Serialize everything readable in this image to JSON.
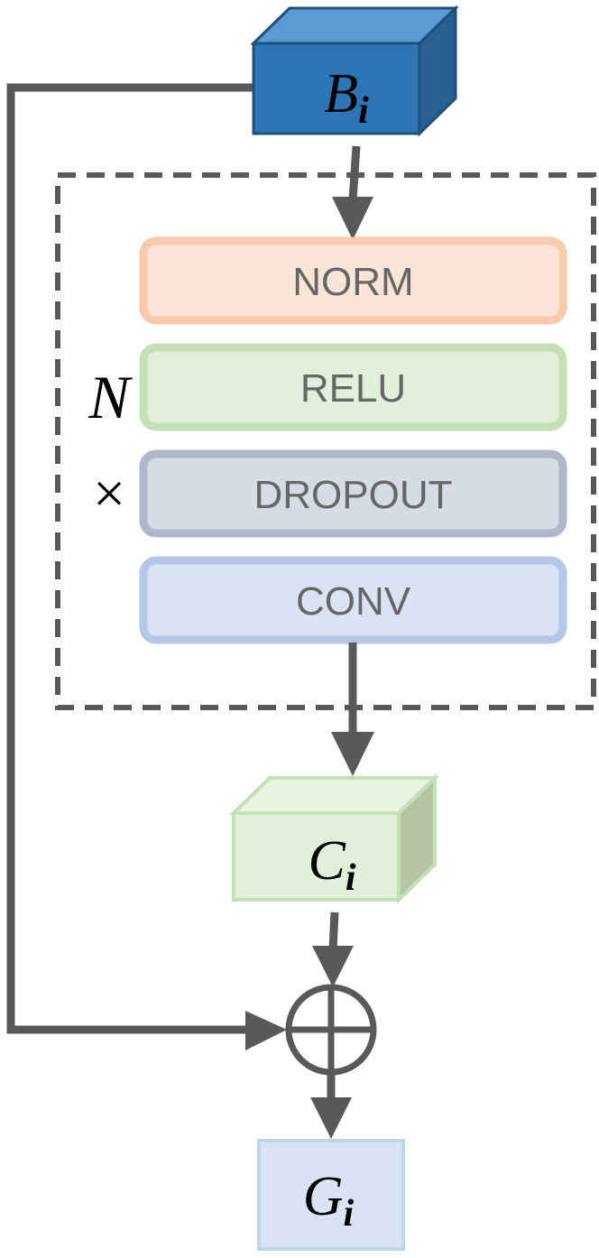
{
  "nodes": {
    "block_input": {
      "symbol": "B",
      "subscript": "i"
    },
    "block_conv_out": {
      "symbol": "C",
      "subscript": "i"
    },
    "block_output": {
      "symbol": "G",
      "subscript": "i"
    }
  },
  "repeat": {
    "count": "N",
    "times": "×"
  },
  "layers": [
    {
      "label": "NORM",
      "fill": "#fbe5d6",
      "stroke": "#f8cbad"
    },
    {
      "label": "RELU",
      "fill": "#e2f0d9",
      "stroke": "#c5e0b4"
    },
    {
      "label": "DROPOUT",
      "fill": "#d6dce5",
      "stroke": "#adb9ca"
    },
    {
      "label": "CONV",
      "fill": "#dae3f3",
      "stroke": "#b4c7e7"
    }
  ],
  "colors": {
    "arrow": "#595959",
    "input_front": "#2e75b6",
    "input_top": "#5b9bd5",
    "input_side": "#2a5f94",
    "input_stroke": "#1f4e79",
    "conv_front": "#e2f0d9",
    "conv_top": "#eaf4e2",
    "conv_side": "#b3c5a6",
    "conv_stroke": "#c5e0b4",
    "output_fill": "#dae3f3",
    "output_stroke": "#bdd7ee"
  }
}
